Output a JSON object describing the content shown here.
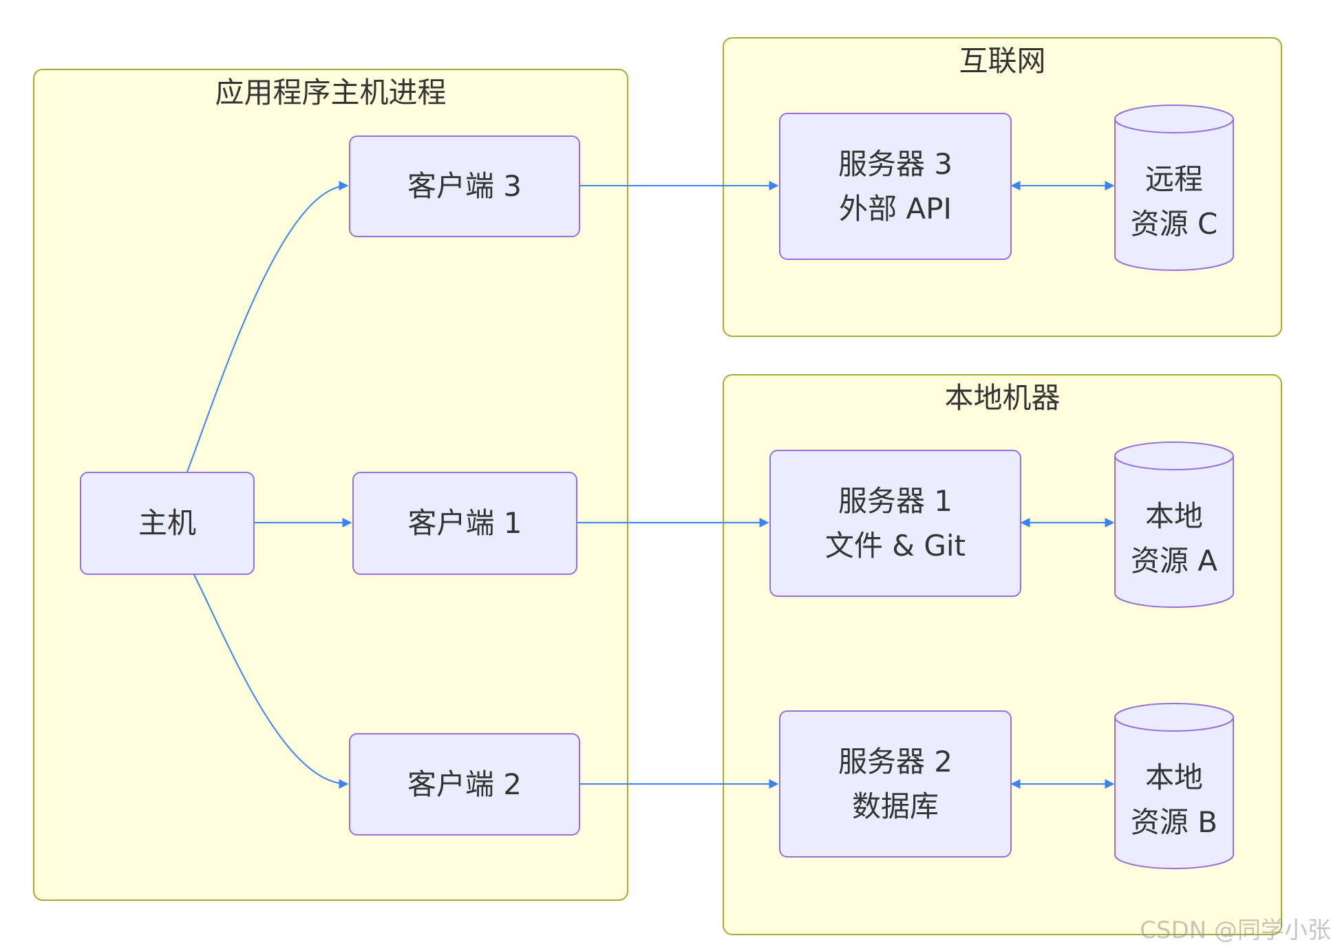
{
  "clusters": {
    "app_host": "应用程序主机进程",
    "internet": "互联网",
    "local_machine": "本地机器"
  },
  "nodes": {
    "host": "主机",
    "client_3": "客户端 3",
    "client_1": "客户端 1",
    "client_2": "客户端 2",
    "server_3": {
      "line1": "服务器 3",
      "line2": "外部 API"
    },
    "server_1": {
      "line1": "服务器 1",
      "line2": "文件 & Git"
    },
    "server_2": {
      "line1": "服务器 2",
      "line2": "数据库"
    },
    "resource_c": {
      "line1": "远程",
      "line2": "资源 C"
    },
    "resource_a": {
      "line1": "本地",
      "line2": "资源 A"
    },
    "resource_b": {
      "line1": "本地",
      "line2": "资源 B"
    }
  },
  "watermark": "CSDN @同学小张",
  "colors": {
    "cluster_fill": "#ffffde",
    "cluster_border": "#aaaa33",
    "node_fill": "#ececff",
    "node_border": "#9370db",
    "edge": "#3b82f6"
  }
}
